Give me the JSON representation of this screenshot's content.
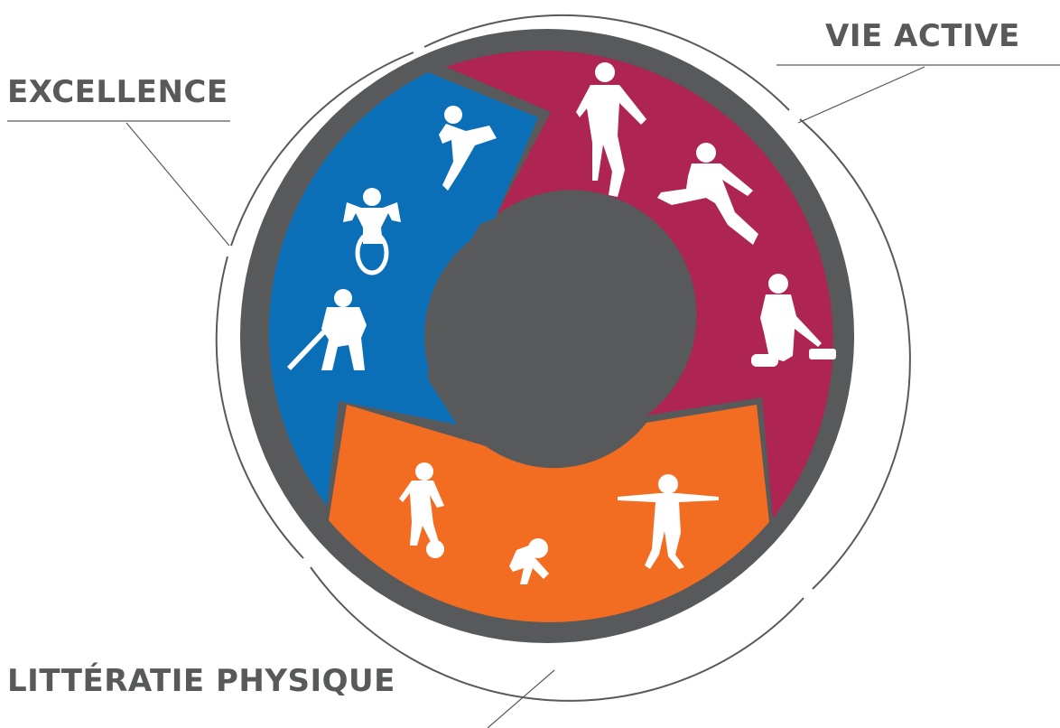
{
  "labels": {
    "excellence": "EXCELLENCE",
    "vie_active": "VIE ACTIVE",
    "litteratie_physique": "LITTÉRATIE PHYSIQUE"
  },
  "colors": {
    "excellence": "#0b6fb8",
    "vie_active": "#ae2452",
    "litteratie_physique": "#f26c21",
    "ring": "#58595b",
    "text": "#58595b"
  },
  "icons": {
    "excellence": [
      "diver-icon",
      "wheelchair-athlete-icon",
      "hockey-player-icon"
    ],
    "vie_active": [
      "runner-icon",
      "jumper-icon",
      "curler-icon"
    ],
    "litteratie_physique": [
      "child-soccer-icon",
      "crawling-child-icon",
      "child-balancing-icon"
    ]
  }
}
